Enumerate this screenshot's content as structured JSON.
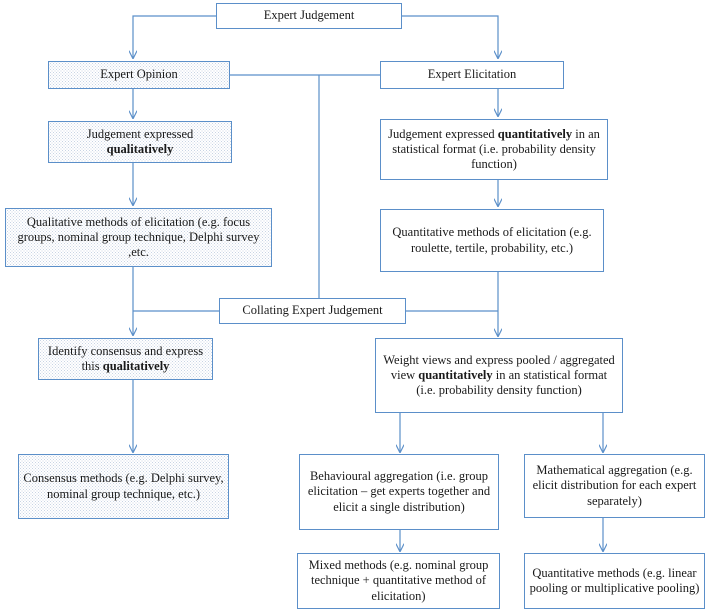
{
  "diagram": {
    "title": "Expert Judgement flowchart",
    "accent_color": "#5b8fc9",
    "text_color": "#1a1a1a",
    "stipple_fill_color": "#c9d4e4",
    "background": "#ffffff"
  },
  "nodes": {
    "expert_judgement": {
      "label": "Expert Judgement",
      "fill": "white"
    },
    "expert_opinion": {
      "label": "Expert Opinion",
      "fill": "stipple"
    },
    "expert_elicitation": {
      "label": "Expert Elicitation",
      "fill": "white"
    },
    "judgement_qualitative": {
      "line1": "Judgement expressed",
      "line2_bold": "qualitatively",
      "fill": "stipple"
    },
    "judgement_quantitative": {
      "pre": "Judgement expressed ",
      "bold": "quantitatively",
      "post": " in an statistical format (i.e. probability density function)",
      "fill": "white"
    },
    "qualitative_methods": {
      "label": "Qualitative methods of elicitation (e.g. focus groups, nominal group technique, Delphi survey ,etc.",
      "fill": "stipple"
    },
    "quantitative_methods": {
      "label": "Quantitative methods of elicitation (e.g. roulette, tertile, probability, etc.)",
      "fill": "white"
    },
    "collating": {
      "label": "Collating Expert Judgement",
      "fill": "white"
    },
    "identify_consensus": {
      "pre": "Identify consensus and express this ",
      "bold": "qualitatively",
      "post": "",
      "fill": "stipple"
    },
    "weight_views": {
      "pre": "Weight views and express pooled / aggregated view ",
      "bold": "quantitatively",
      "post": " in an statistical format (i.e. probability density function)",
      "fill": "white"
    },
    "consensus_methods": {
      "label": "Consensus methods (e.g. Delphi survey, nominal group technique, etc.)",
      "fill": "stipple"
    },
    "behavioural_aggregation": {
      "label": "Behavioural aggregation (i.e. group elicitation – get experts together and elicit a single distribution)",
      "fill": "white"
    },
    "mathematical_aggregation": {
      "label": "Mathematical aggregation (e.g. elicit distribution for each expert separately)",
      "fill": "white"
    },
    "mixed_methods": {
      "label": "Mixed methods (e.g. nominal group technique + quantitative method of elicitation)",
      "fill": "white"
    },
    "quantitative_methods_pooling": {
      "label": "Quantitative methods (e.g. linear pooling or multiplicative pooling)",
      "fill": "white"
    }
  }
}
